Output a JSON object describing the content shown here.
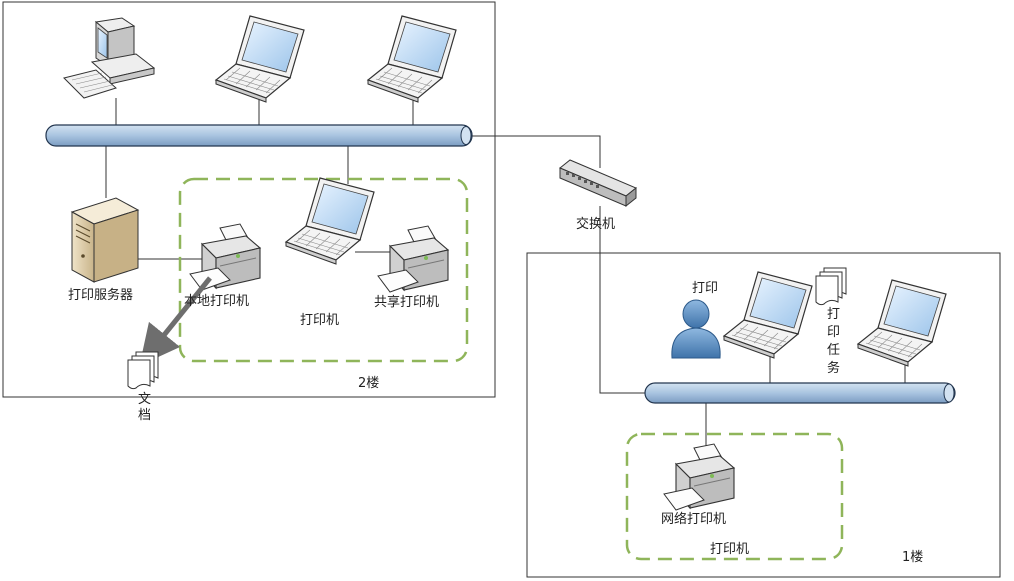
{
  "floor2": {
    "floor_label": "2楼",
    "print_server_label": "打印服务器",
    "local_printer_label": "本地打印机",
    "shared_printer_label": "共享打印机",
    "printer_group_label": "打印机",
    "document_label_line1": "文",
    "document_label_line2": "档"
  },
  "switch": {
    "label": "交换机"
  },
  "floor1": {
    "floor_label": "1楼",
    "print_action_label": "打印",
    "print_job_label": [
      "打",
      "印",
      "任",
      "务"
    ],
    "network_printer_label": "网络打印机",
    "printer_group_label": "打印机"
  },
  "colors": {
    "bus_fill": "#a9c4e0",
    "bus_stroke": "#23364f",
    "dashed_group": "#8fb55a",
    "arrow": "#6e6e6e",
    "user_icon": "#6a98c8"
  },
  "icons": [
    "desktop-computer-icon",
    "laptop-icon",
    "server-tower-icon",
    "printer-icon",
    "switch-icon",
    "document-stack-icon",
    "user-icon"
  ]
}
